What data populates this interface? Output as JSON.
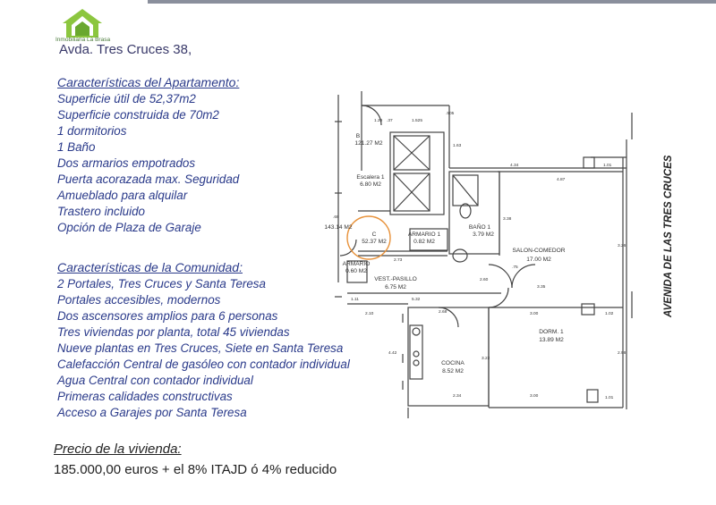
{
  "header": {
    "logo_text": "Inmobiliaria La Brasa",
    "address": "Avda. Tres Cruces 38,"
  },
  "apartment": {
    "heading": "Características del Apartamento:",
    "items": [
      "Superficie útil de 52,37m2",
      "Superficie construida de 70m2",
      "1 dormitorios",
      "1 Baño",
      "Dos armarios empotrados",
      "Puerta acorazada max. Seguridad",
      "Amueblado para alquilar",
      "Trastero incluido",
      "Opción de Plaza de Garaje"
    ]
  },
  "community": {
    "heading": "Características de la Comunidad:",
    "items": [
      "2 Portales, Tres Cruces y Santa Teresa",
      "Portales accesibles, modernos",
      "Dos ascensores amplios para 6 personas",
      "Tres viviendas por planta, total 45 viviendas",
      "Nueve plantas en Tres Cruces, Siete en Santa Teresa",
      "Calefacción Central de gasóleo con contador individual",
      "Agua Central con contador individual",
      "Primeras calidades constructivas",
      "Acceso a Garajes por Santa Teresa"
    ]
  },
  "price": {
    "heading": "Precio de la vivienda:",
    "value": "185.000,00 euros + el 8% ITAJD ó 4% reducido"
  },
  "plan": {
    "street": "AVENIDA DE LAS TRES CRUCES",
    "rooms": [
      {
        "name": "B",
        "area": "121.27 M2"
      },
      {
        "name": "Escalera 1",
        "area": "6.80 M2"
      },
      {
        "name": "C",
        "area": "52.37 M2"
      },
      {
        "name": "ARMARIO 1",
        "area": "0.82 M2"
      },
      {
        "name": "BAÑO 1",
        "area": "3.79 M2"
      },
      {
        "name": "SALON-COMEDOR",
        "area": "17.00 M2"
      },
      {
        "name": "ARMARIO",
        "area": "0.60 M2"
      },
      {
        "name": "VEST.-PASILLO",
        "area": "6.75 M2"
      },
      {
        "name": "DORM. 1",
        "area": "13.89 M2"
      },
      {
        "name": "COCINA",
        "area": "8.52 M2"
      },
      {
        "name": "",
        "area": "143.14 M2"
      }
    ],
    "dimensions": [
      "1.29",
      "1.525",
      ".505",
      "1.63",
      "4.34",
      "4.87",
      "1.01",
      "3.38",
      "2.73",
      "2.60",
      ".75",
      "3.35",
      "3.00",
      "1.02",
      "2.10",
      "5.32",
      "2.68",
      "2.34",
      "3.00",
      "1.01",
      "4.42",
      ".69",
      "3.26",
      "2.98",
      "3.22",
      ".37",
      "1.11"
    ],
    "colors": {
      "highlight": "#e8923a",
      "walls": "#444444"
    }
  }
}
